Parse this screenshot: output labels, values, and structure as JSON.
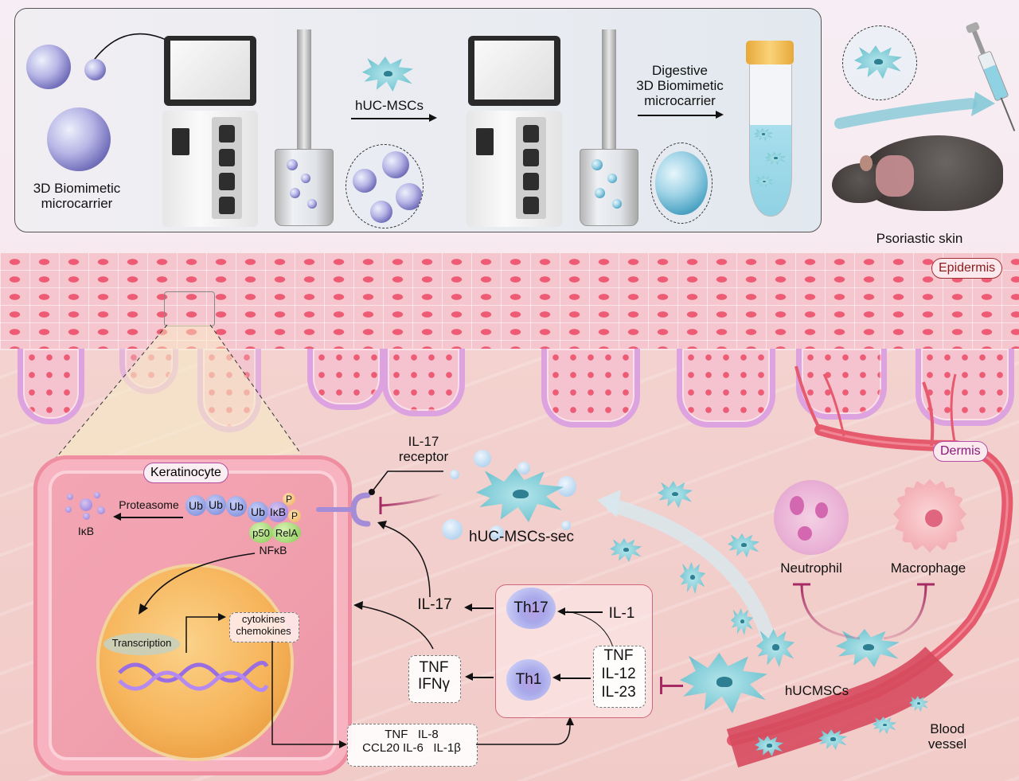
{
  "top_panel": {
    "microcarrier_label": "3D Biomimetic\nmicrocarrier",
    "step1_label": "hUC-MSCs",
    "step2_label": "Digestive\n3D Biomimetic\nmicrocarrier"
  },
  "injection": {
    "mouse_label": "Psoriastic skin"
  },
  "skin_layers": {
    "epidermis": "Epidermis",
    "dermis": "Dermis"
  },
  "keratinocyte": {
    "title": "Keratinocyte",
    "proteasome": "Proteasome",
    "ikb_degraded": "IκB",
    "ub_chain": [
      "Ub",
      "Ub",
      "Ub",
      "Ub"
    ],
    "ikb": "IκB",
    "phospho": [
      "P",
      "P"
    ],
    "p50": "p50",
    "rela": "RelA",
    "nfkb": "NFκB",
    "transcription": "Transcription",
    "cytokines": "cytokines\nchemokines"
  },
  "receptor": {
    "label": "IL-17\nreceptor"
  },
  "secretome": {
    "label": "hUC-MSCs-sec"
  },
  "signals": {
    "il17": "IL-17",
    "tnf_ifn": "TNF\nIFNγ",
    "keratinocyte_outputs": "TNF   IL-8\nCCL20 IL-6   IL-1β"
  },
  "t_cells": {
    "th17": "Th17",
    "th1": "Th1",
    "il1": "IL-1",
    "inducers": "TNF\nIL-12\nIL-23"
  },
  "immune_cells": {
    "neutrophil": "Neutrophil",
    "macrophage": "Macrophage"
  },
  "msc": {
    "label": "hUCMSCs",
    "blood_vessel": "Blood\nvessel"
  },
  "colors": {
    "inhibition": "#a52a63",
    "epidermis_label": "#8b1a1a",
    "dermis_label": "#8b1a7a",
    "msc": "#7fcbd6"
  }
}
